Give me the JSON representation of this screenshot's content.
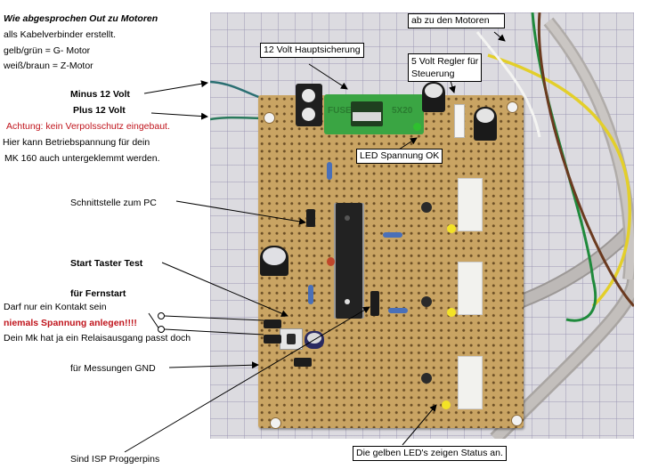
{
  "left_notes": {
    "title": "Wie abgesprochen Out zu Motoren",
    "line1": "alls Kabelverbinder erstellt.",
    "line2": "gelb/grün = G- Motor",
    "line3": "weiß/braun = Z-Motor",
    "minus": "Minus 12 Volt",
    "plus": "Plus 12 Volt",
    "warning": "Achtung: kein Verpolsschutz eingebaut.",
    "supply1": "Hier kann Betriebspannung für dein",
    "supply2": "MK 160 auch untergeklemmt werden.",
    "interface": "Schnittstelle zum PC",
    "start_test": "Start Taster Test",
    "remote": "für Fernstart",
    "contact": "Darf nur ein Kontakt sein",
    "no_voltage": "niemals Spannung anlegen!!!!",
    "relay": "Dein Mk hat ja ein Relaisausgang passt doch",
    "gnd": "für Messungen GND",
    "isp": "Sind ISP Proggerpins"
  },
  "callouts": {
    "fuse": "12 Volt Hauptsicherung",
    "regulator_line1": "5 Volt Regler für",
    "regulator_line2": "Steuerung",
    "motors": "ab zu den Motoren",
    "led_ok": "LED Spannung OK",
    "status_leds": "Die gelben LED's zeigen Status an."
  },
  "photo": {
    "fuse_text_left": "FUSE",
    "fuse_text_right": "5X20"
  },
  "colors": {
    "warning_red": "#c0141c",
    "pcb": "#c9a463",
    "fuse_green": "#3aa543",
    "wire_yellow": "#e3cf2a",
    "wire_green": "#1f8a3c",
    "wire_brown": "#6b3a1f",
    "cable_gray": "#b8b4b2"
  }
}
